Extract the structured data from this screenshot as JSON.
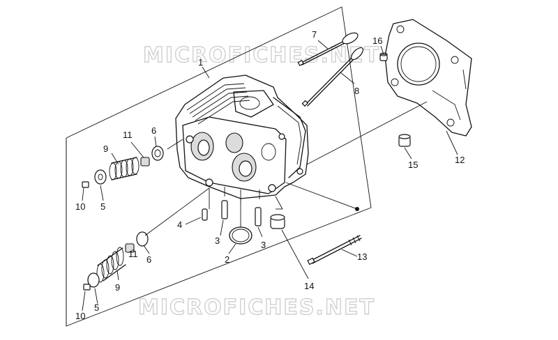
{
  "watermark": {
    "text": "MICROFICHES.NET",
    "color": "#c8c8c8"
  },
  "colors": {
    "line": "#111111",
    "background": "#ffffff"
  },
  "callouts": [
    {
      "id": "c1",
      "text": "1"
    },
    {
      "id": "c7",
      "text": "7"
    },
    {
      "id": "c16",
      "text": "16"
    },
    {
      "id": "c8",
      "text": "8"
    },
    {
      "id": "c9a",
      "text": "9"
    },
    {
      "id": "c11a",
      "text": "11"
    },
    {
      "id": "c6a",
      "text": "6"
    },
    {
      "id": "c12",
      "text": "12"
    },
    {
      "id": "c15",
      "text": "15"
    },
    {
      "id": "c10a",
      "text": "10"
    },
    {
      "id": "c5a",
      "text": "5"
    },
    {
      "id": "c4",
      "text": "4"
    },
    {
      "id": "c3a",
      "text": "3"
    },
    {
      "id": "c3b",
      "text": "3"
    },
    {
      "id": "c2",
      "text": "2"
    },
    {
      "id": "c11b",
      "text": "11"
    },
    {
      "id": "c6b",
      "text": "6"
    },
    {
      "id": "c13",
      "text": "13"
    },
    {
      "id": "c9b",
      "text": "9"
    },
    {
      "id": "c14",
      "text": "14"
    },
    {
      "id": "c5b",
      "text": "5"
    },
    {
      "id": "c10b",
      "text": "10"
    }
  ]
}
